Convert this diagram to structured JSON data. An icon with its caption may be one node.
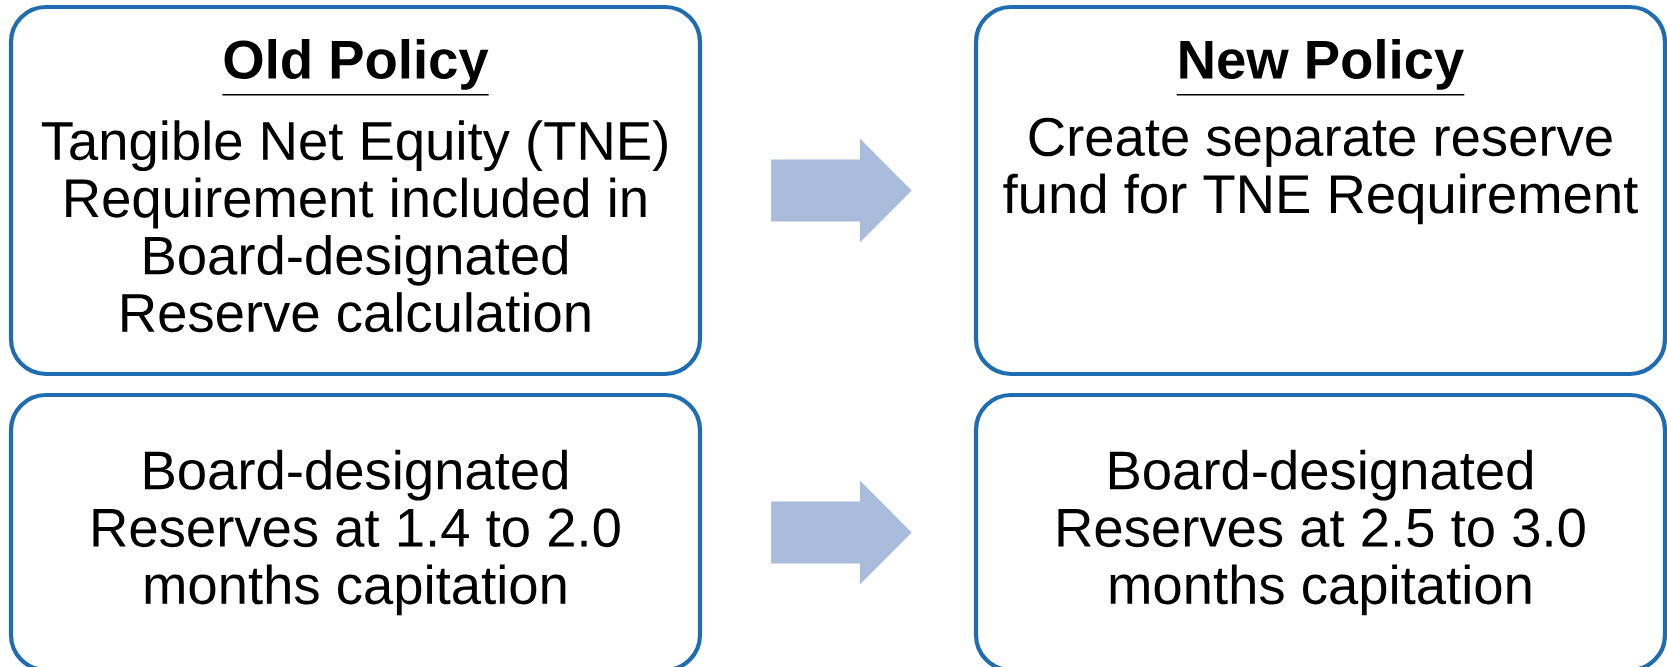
{
  "diagram": {
    "nodes": [
      {
        "text": [
          "Old Policy",
          "Tangible Net Equity (TNE) Requirement included in Board-designated Reserve calculation"
        ]
      },
      {
        "text": [
          "New Policy",
          "Create separate reserve fund for TNE Requirement"
        ]
      },
      {
        "text": [
          "Board-designated Reserves at 1.4 to 2.0 months capitation"
        ]
      },
      {
        "text": [
          "Board-designated Reserves at 2.5 to 3.0 months capitation"
        ]
      }
    ],
    "edges": [
      {
        "from": 0,
        "to": 1,
        "arrow": "to"
      },
      {
        "from": 2,
        "to": 3,
        "arrow": "to"
      }
    ]
  }
}
